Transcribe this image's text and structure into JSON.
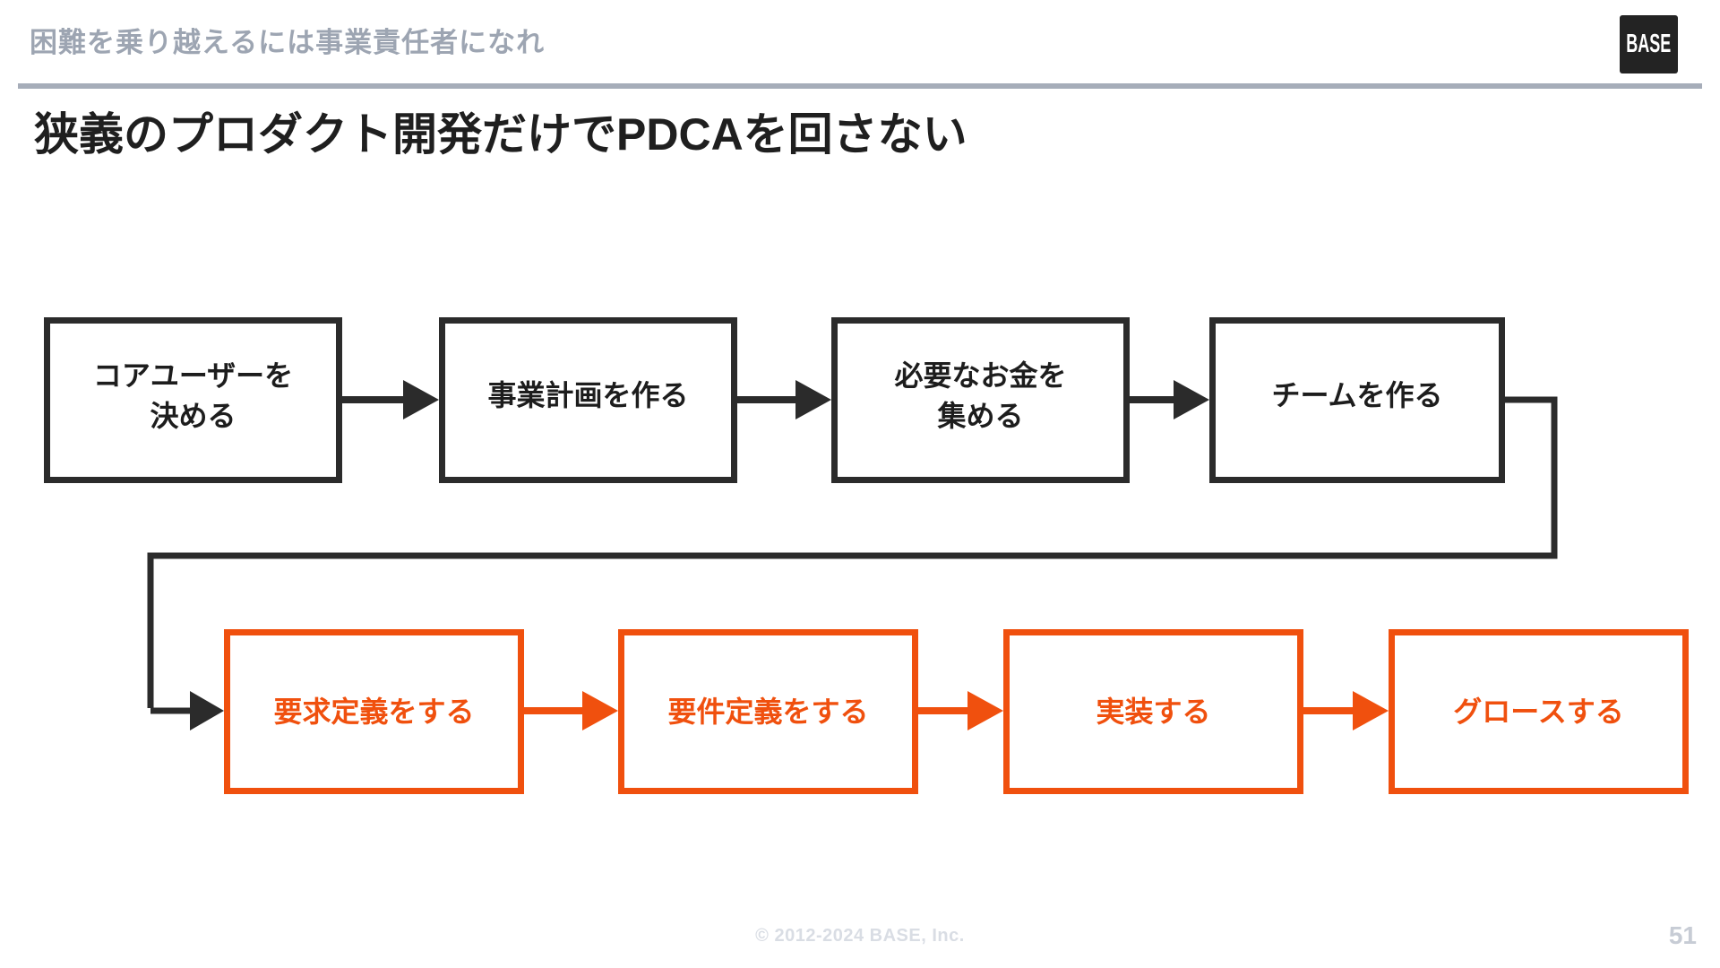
{
  "header": {
    "subtitle": "困難を乗り越えるには事業責任者になれ",
    "logo_text": "BASE"
  },
  "title": "狭義のプロダクト開発だけでPDCAを回さない",
  "flow": {
    "top_row": [
      {
        "label": "コアユーザーを\n決める"
      },
      {
        "label": "事業計画を作る"
      },
      {
        "label": "必要なお金を\n集める"
      },
      {
        "label": "チームを作る"
      }
    ],
    "bottom_row": [
      {
        "label": "要求定義をする"
      },
      {
        "label": "要件定義をする"
      },
      {
        "label": "実装する"
      },
      {
        "label": "グロースする"
      }
    ]
  },
  "footer": {
    "copyright": "© 2012-2024 BASE, Inc.",
    "page_number": "51"
  },
  "colors": {
    "ink": "#2b2b2b",
    "accent": "#f0500e",
    "header_gray": "#9da5b2",
    "divider_gray": "#a6adb9",
    "title_color": "#1f1f1f",
    "logo_bg": "#232323",
    "footer_gray": "#d9dde4",
    "page_number_gray": "#c7ccd5"
  }
}
